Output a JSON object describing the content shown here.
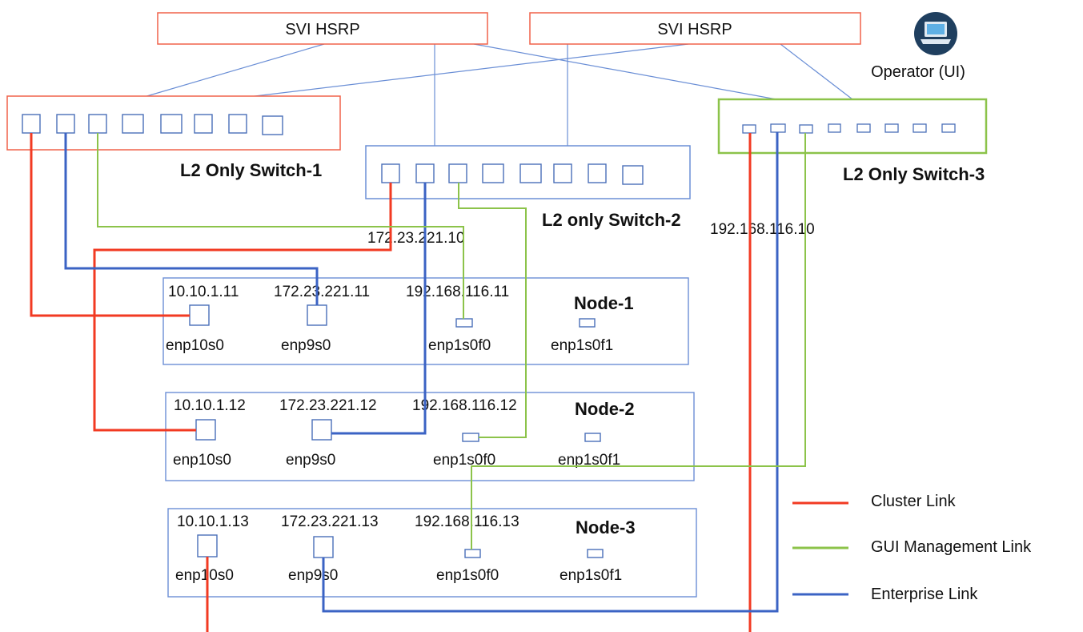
{
  "svi_hsrp": [
    {
      "label": "SVI HSRP"
    },
    {
      "label": "SVI HSRP"
    }
  ],
  "operator": {
    "label": "Operator (UI)",
    "icon": "laptop-icon"
  },
  "switches": [
    {
      "label": "L2 Only Switch-1",
      "border_color": "#f0624a"
    },
    {
      "label": "L2 only Switch-2",
      "ip": "172.23.221.10",
      "border_color": "#6b8fd6"
    },
    {
      "label": "L2 Only Switch-3",
      "ip": "192.168.116.10",
      "border_color": "#8cc34a"
    }
  ],
  "nodes": [
    {
      "name": "Node-1",
      "ips": [
        "10.10.1.11",
        "172.23.221.11",
        "192.168.116.11"
      ],
      "ports": [
        "enp10s0",
        "enp9s0",
        "enp1s0f0",
        "enp1s0f1"
      ]
    },
    {
      "name": "Node-2",
      "ips": [
        "10.10.1.12",
        "172.23.221.12",
        "192.168.116.12"
      ],
      "ports": [
        "enp10s0",
        "enp9s0",
        "enp1s0f0",
        "enp1s0f1"
      ]
    },
    {
      "name": "Node-3",
      "ips": [
        "10.10.1.13",
        "172.23.221.13",
        "192.168.116.13"
      ],
      "ports": [
        "enp10s0",
        "enp9s0",
        "enp1s0f0",
        "enp1s0f1"
      ]
    }
  ],
  "legend": [
    {
      "label": "Cluster Link",
      "color": "#f23a22"
    },
    {
      "label": "GUI Management Link",
      "color": "#8cc34a"
    },
    {
      "label": "Enterprise Link",
      "color": "#3b63c4"
    }
  ],
  "colors": {
    "cluster": "#f23a22",
    "gui": "#8cc34a",
    "enterprise": "#3b63c4",
    "thin_line": "#6b8fd6",
    "box_blue": "#6b8fd6",
    "box_red": "#f0624a",
    "box_green": "#8cc34a"
  }
}
